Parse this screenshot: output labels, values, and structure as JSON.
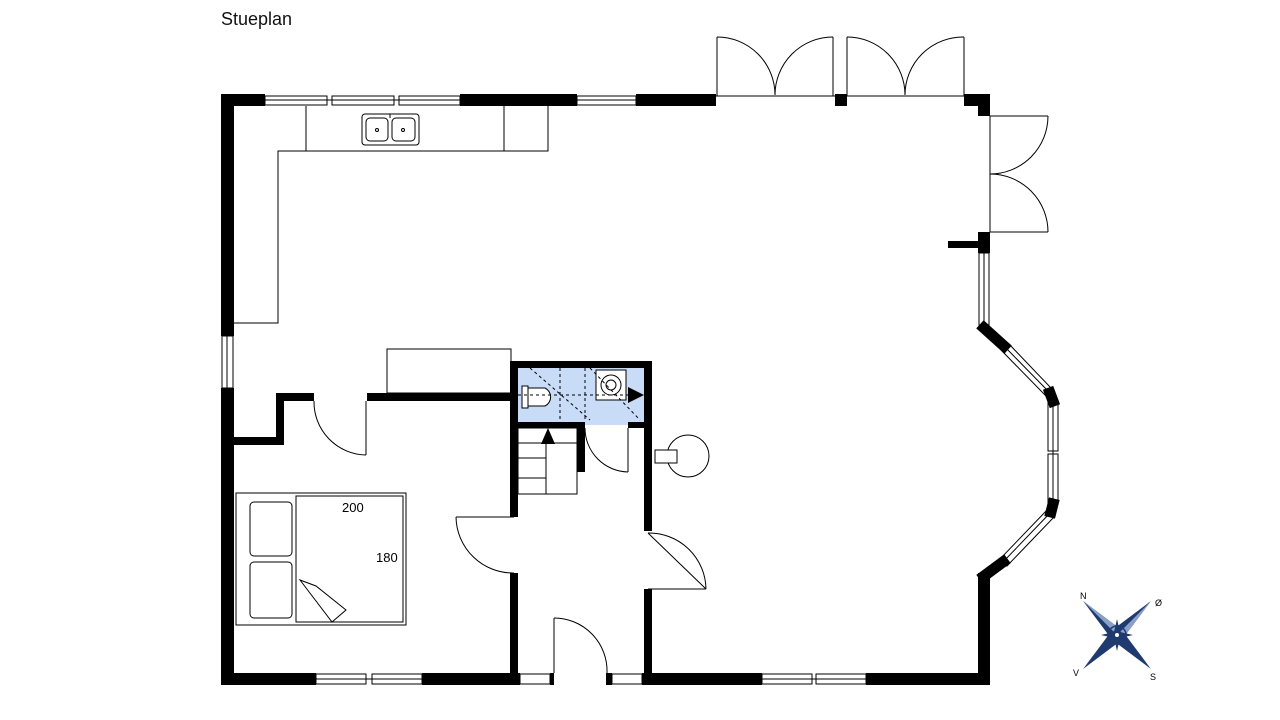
{
  "plan": {
    "title": "Stueplan"
  },
  "bed": {
    "length_label": "200",
    "width_label": "180"
  },
  "compass": {
    "north": "N",
    "east": "Ø",
    "south": "S",
    "west": "V"
  },
  "colors": {
    "wall": "#000000",
    "bathroom_fill": "#c9dcf7",
    "compass_blue": "#1f3a6e"
  }
}
